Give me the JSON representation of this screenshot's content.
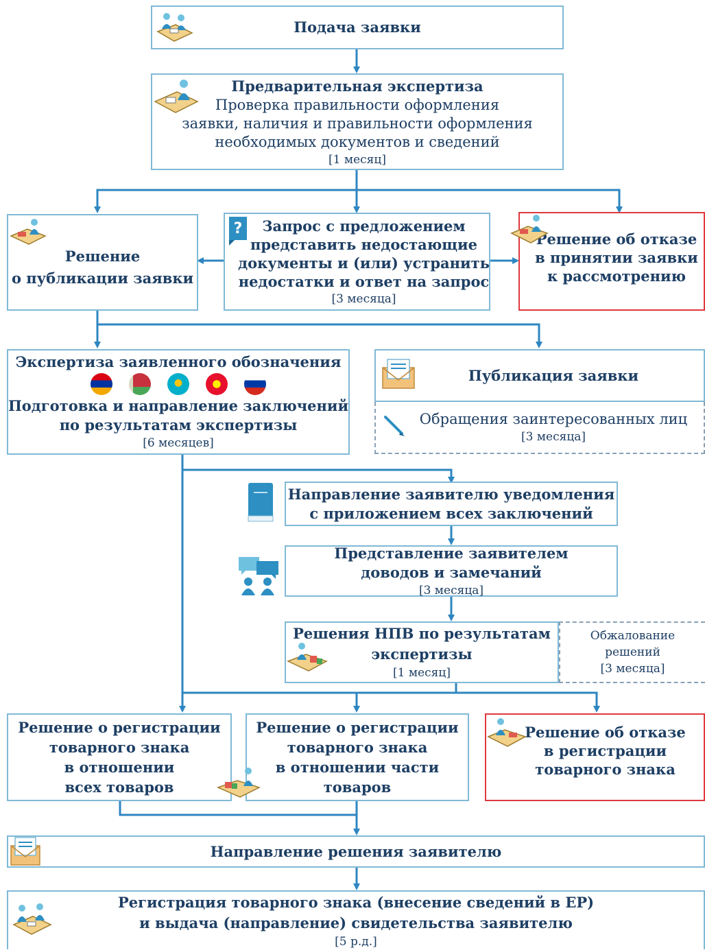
{
  "steps": {
    "filing": {
      "title": "Подача заявки"
    },
    "prelim": {
      "title": "Предварительная экспертиза",
      "desc": [
        "Проверка правильности оформления",
        "заявки, наличия и правильности оформления",
        "необходимых документов и сведений"
      ],
      "term": "[1 месяц]"
    },
    "publish_decision": {
      "lines": [
        "Решение",
        "о публикации заявки"
      ]
    },
    "request": {
      "lines": [
        "Запрос с предложением",
        "представить недостающие",
        "документы и (или) устранить",
        "недостатки и ответ на запрос"
      ],
      "term": "[3 месяца]"
    },
    "refusal_accept": {
      "lines": [
        "Решение об отказе",
        "в принятии заявки",
        "к рассмотрению"
      ]
    },
    "examination": {
      "title": "Экспертиза заявленного обозначения",
      "lines": [
        "Подготовка и направление заключений",
        "по результатам экспертизы"
      ],
      "term": "[6 месяцев]"
    },
    "publication": {
      "title": "Публикация заявки"
    },
    "appeals_parties": {
      "title": "Обращения заинтересованных лиц",
      "term": "[3 месяца]"
    },
    "notice": {
      "lines": [
        "Направление заявителю уведомления",
        "с приложением всех заключений"
      ]
    },
    "arguments": {
      "lines": [
        "Представление заявителем",
        "доводов и замечаний"
      ],
      "term": "[3 месяца]"
    },
    "npv_decisions": {
      "lines": [
        "Решения НПВ по результатам",
        "экспертизы"
      ],
      "term": "[1 месяц]"
    },
    "appeal": {
      "lines": [
        "Обжалование",
        "решений"
      ],
      "term": "[3 месяца]"
    },
    "reg_all": {
      "lines": [
        "Решение о регистрации",
        "товарного знака",
        "в отношении",
        "всех товаров"
      ]
    },
    "reg_part": {
      "lines": [
        "Решение о регистрации",
        "товарного знака",
        "в отношении части",
        "товаров"
      ]
    },
    "refusal_reg": {
      "lines": [
        "Решение об отказе",
        "в регистрации",
        "товарного знака"
      ]
    },
    "send_decision": {
      "title": "Направление решения заявителю"
    },
    "registration": {
      "lines": [
        "Регистрация товарного знака (внесение сведений в ЕР)",
        "и выдача (направление) свидетельства заявителю"
      ],
      "term": "[5 р.д.]"
    }
  },
  "colors": {
    "border": "#7fb9d6",
    "arrow": "#2e86c1",
    "text": "#1e3f64",
    "refusal": "#e0383e",
    "dashed": "#8aa0b4"
  },
  "flags": [
    "armenia-flag",
    "belarus-flag",
    "kazakhstan-flag",
    "kyrgyzstan-flag",
    "russia-flag"
  ]
}
